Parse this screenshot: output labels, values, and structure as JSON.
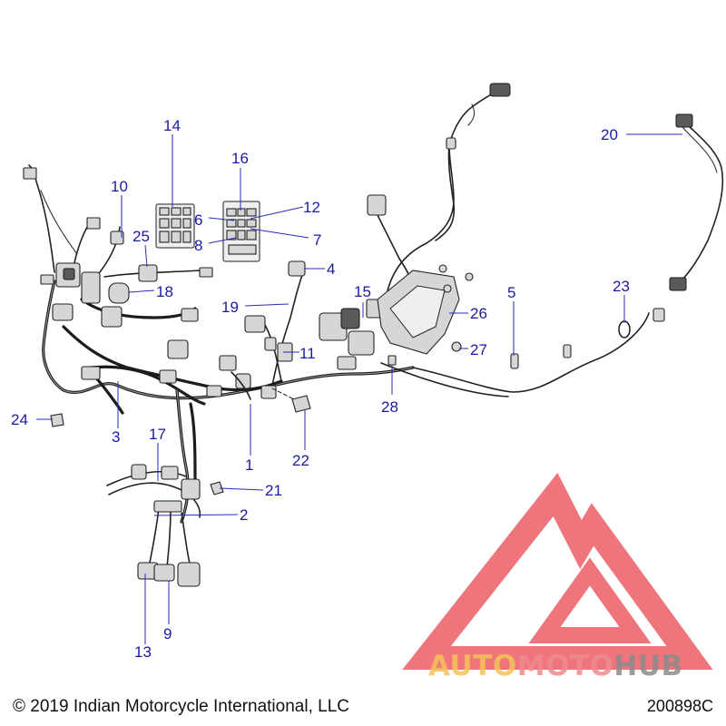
{
  "diagram": {
    "callouts": [
      "1",
      "2",
      "3",
      "4",
      "5",
      "6",
      "7",
      "8",
      "9",
      "10",
      "11",
      "12",
      "13",
      "14",
      "15",
      "16",
      "17",
      "18",
      "19",
      "20",
      "21",
      "22",
      "23",
      "24",
      "25",
      "26",
      "27",
      "28"
    ]
  },
  "footer": {
    "copyright": "© 2019 Indian Motorcycle International, LLC",
    "figure_code": "200898C"
  },
  "watermark": {
    "word_auto": "AUTO",
    "word_moto": "MOTO",
    "word_hub": "HUB",
    "colors": {
      "logo_red": "#e8474f",
      "auto": "#f6c25b",
      "moto": "#f08a8e",
      "hub": "#8c8c8c"
    }
  },
  "colors": {
    "callout_text": "#1a1aa6",
    "leader_line": "#2b2bb8",
    "line_art": "#222222"
  }
}
